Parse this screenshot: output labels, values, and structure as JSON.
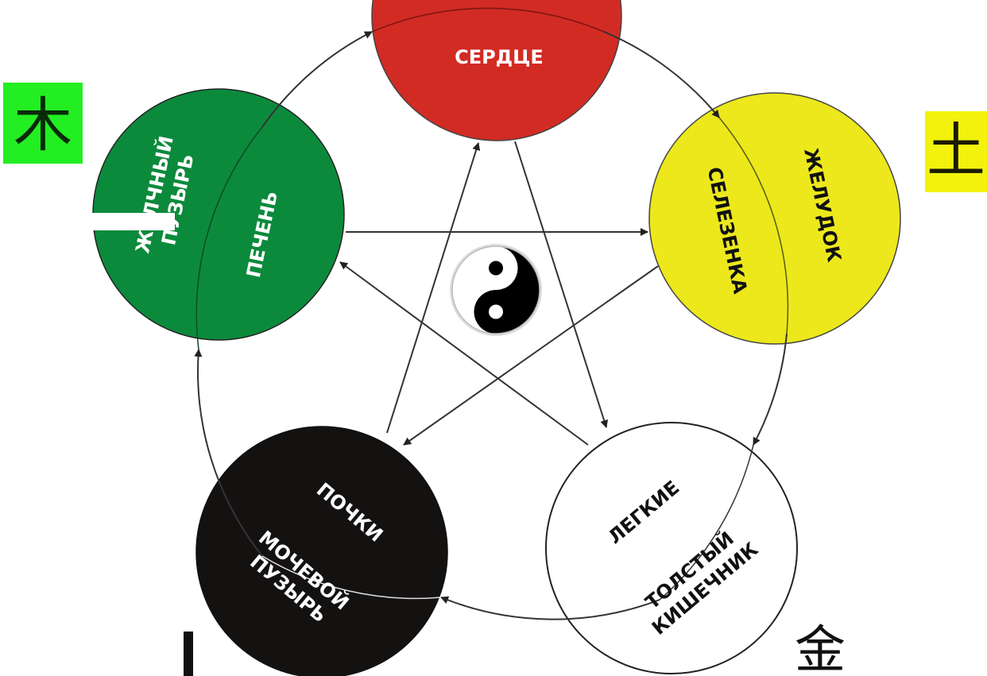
{
  "diagram": {
    "elements": {
      "fire": {
        "color": "#d22b24",
        "text_color": "#ffffff",
        "organs": [
          "СЕРДЦЕ"
        ]
      },
      "wood": {
        "color": "#0c8a3c",
        "text_color": "#ffffff",
        "organs": [
          "ЖЕЛЧНЫЙ",
          "ПУЗЫРЬ",
          "ПЕЧЕНЬ"
        ]
      },
      "earth": {
        "color": "#ece81c",
        "text_color": "#111111",
        "organs": [
          "СЕЛЕЗЕНКА",
          "ЖЕЛУДОК"
        ]
      },
      "water": {
        "color": "#141111",
        "text_color": "#ffffff",
        "organs": [
          "ПОЧКИ",
          "МОЧЕВОЙ",
          "ПУЗЫРЬ"
        ]
      },
      "metal": {
        "color": "#ffffff",
        "text_color": "#111111",
        "organs": [
          "ЛЕГКИЕ",
          "ТОЛСТЫЙ",
          "КИШЕЧНИК"
        ]
      }
    },
    "glyphs": {
      "wood": {
        "char": "木",
        "bg": "#22ee22"
      },
      "earth": {
        "char": "土",
        "bg": "#f2f20c"
      },
      "metal": {
        "char": "金"
      }
    },
    "center_symbol": "yin-yang-icon",
    "generating_cycle": [
      "wood",
      "fire",
      "earth",
      "metal",
      "water"
    ],
    "controlling_cycle": [
      [
        "wood",
        "earth"
      ],
      [
        "earth",
        "water"
      ],
      [
        "water",
        "fire"
      ],
      [
        "fire",
        "metal"
      ],
      [
        "metal",
        "wood"
      ]
    ]
  }
}
